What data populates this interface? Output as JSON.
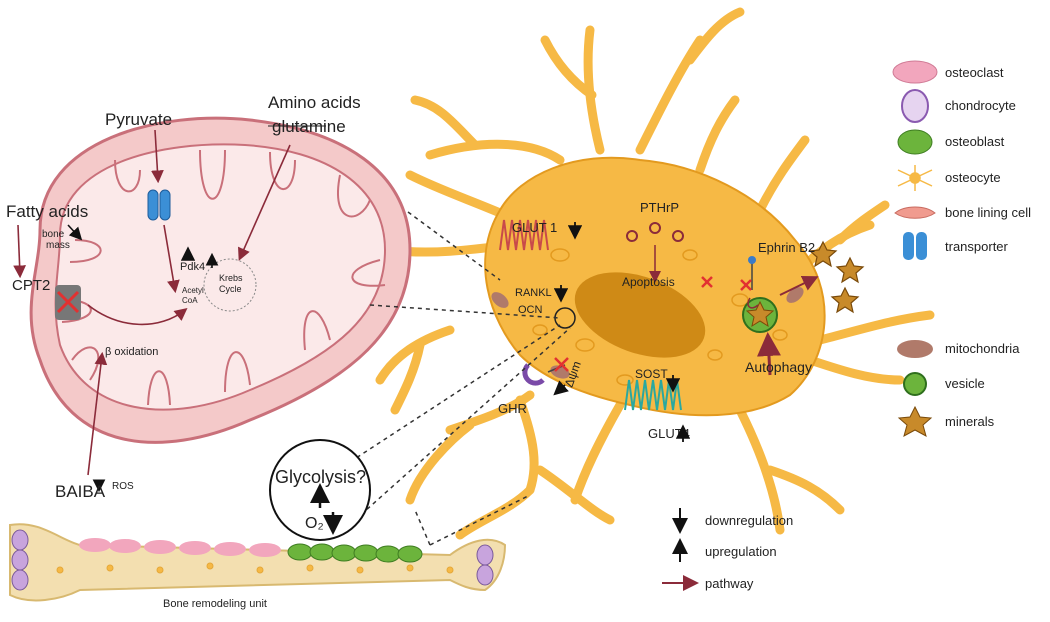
{
  "labels": {
    "pyruvate": "Pyruvate",
    "amino_acids": "Amino acids",
    "glutamine": "glutamine",
    "fatty_acids": "Fatty acids",
    "bone_mass": "bone\nmass",
    "cpt2": "CPT2",
    "pdk4": "Pdk4",
    "krebs": "Krebs\nCycle",
    "acetyl_coa": "Acetyl\nCoA",
    "beta_oxidation": "β oxidation",
    "baiba": "BAIBA",
    "ros": "ROS",
    "glycolysis": "Glycolysis?",
    "o2": "O₂",
    "bone_unit": "Bone remodeling unit",
    "glut1": "GLUT 1",
    "rankl": "RANKL",
    "ocn": "OCN",
    "pthrp": "PTHrP",
    "apoptosis": "Apoptosis",
    "ephrin": "Ephrin B2",
    "ghr": "GHR",
    "delta_psi": "Δψm",
    "sost": "SOST",
    "glut4": "GLUT4",
    "autophagy": "Autophagy"
  },
  "legend": {
    "cells": [
      {
        "label": "osteoclast",
        "icon": "osteoclast-icon"
      },
      {
        "label": "chondrocyte",
        "icon": "chondrocyte-icon"
      },
      {
        "label": "osteoblast",
        "icon": "osteoblast-icon"
      },
      {
        "label": "osteocyte",
        "icon": "osteocyte-icon"
      },
      {
        "label": "bone lining cell",
        "icon": "bone-lining-cell-icon"
      },
      {
        "label": "transporter",
        "icon": "transporter-icon"
      }
    ],
    "organelles": [
      {
        "label": "mitochondria",
        "icon": "mitochondria-icon"
      },
      {
        "label": "vesicle",
        "icon": "vesicle-icon"
      },
      {
        "label": "minerals",
        "icon": "mineral-star-icon"
      }
    ],
    "arrows": [
      {
        "label": "downregulation",
        "icon": "down-arrow-icon"
      },
      {
        "label": "upregulation",
        "icon": "up-arrow-icon"
      },
      {
        "label": "pathway",
        "icon": "pathway-arrow-icon"
      }
    ]
  },
  "colors": {
    "mito_fill": "#f4c9c9",
    "mito_stroke": "#c9707a",
    "cell_fill": "#f6b945",
    "cell_stroke": "#e39a1f",
    "nucleus": "#cf8a16",
    "pathway": "#8b2b3a",
    "transporter": "#3b8fd6",
    "osteoblast": "#6cb43c",
    "osteoclast": "#f2a6bd",
    "chondrocyte": "#c8a4dd",
    "red_x": "#e23131",
    "bone": "#f3dfb0"
  }
}
